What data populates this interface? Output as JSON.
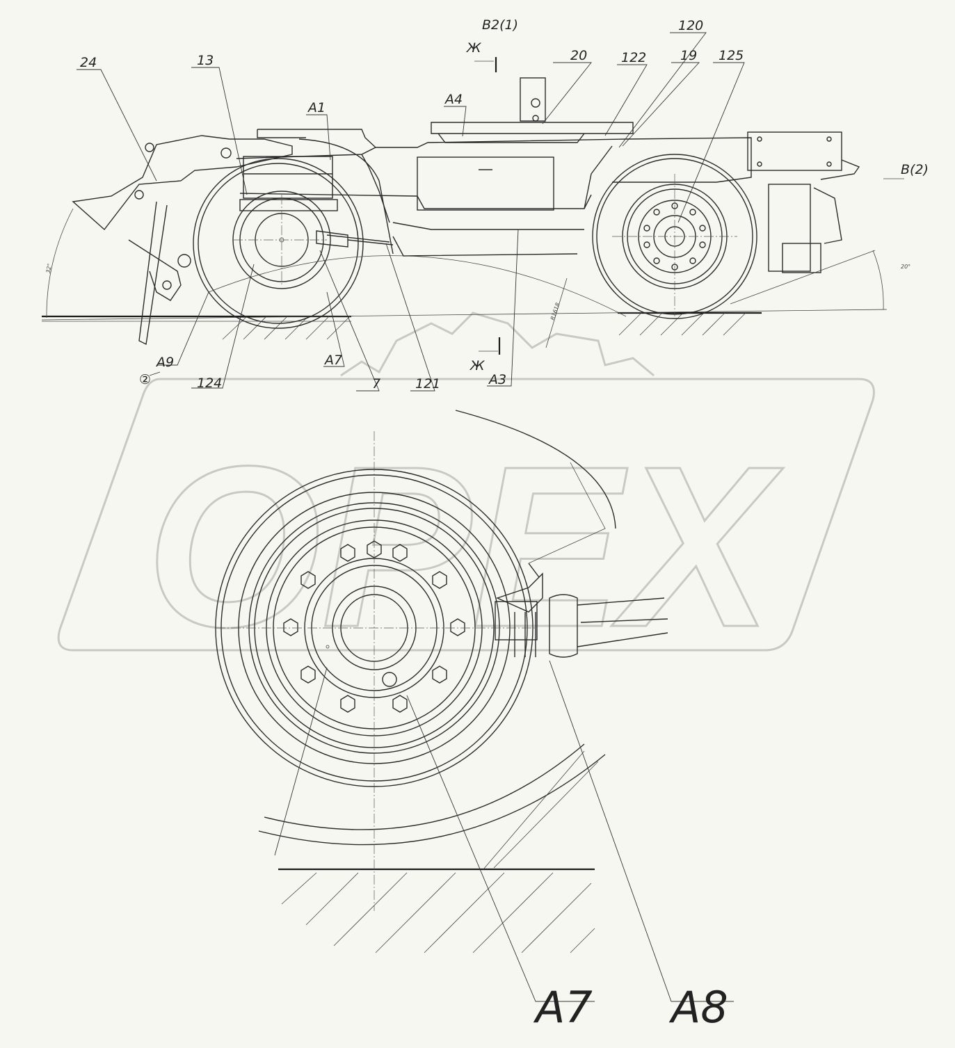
{
  "watermark": {
    "text": "OPEX"
  },
  "top_view": {
    "callouts": {
      "c24": "24",
      "c13": "13",
      "a1": "A1",
      "a4": "A4",
      "b2_1": "B2(1)",
      "zh_top": "Ж",
      "c20": "20",
      "c120": "120",
      "c122": "122",
      "c19": "19",
      "c125": "125",
      "b2": "B(2)",
      "a9": "A9",
      "circ2": "②",
      "c124": "124",
      "a7": "A7",
      "c7": "7",
      "c121": "121",
      "zh_bottom": "Ж",
      "a3": "A3"
    },
    "dimensions": {
      "angle_left": "32°",
      "angle_right": "20°",
      "radius": "R1618"
    }
  },
  "detail_view": {
    "callouts": {
      "a7": "A7",
      "a8": "A8"
    }
  }
}
